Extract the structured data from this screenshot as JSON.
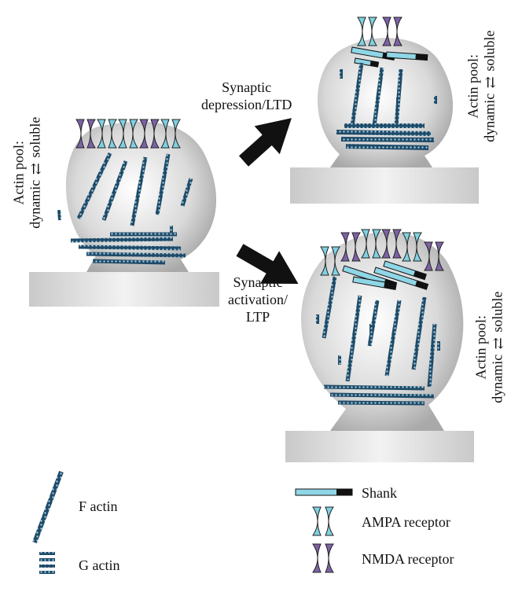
{
  "arrows": {
    "upper_label": [
      "Synaptic",
      "depression/LTD"
    ],
    "lower_label": [
      "Synaptic",
      "activation/",
      "LTP"
    ]
  },
  "actin_pool": {
    "title": "Actin pool:",
    "left_term": "dynamic",
    "right_term": "soluble"
  },
  "legend": {
    "f_actin": "F actin",
    "g_actin": "G actin",
    "shank": "Shank",
    "ampa": "AMPA receptor",
    "nmda": "NMDA receptor"
  },
  "colors": {
    "f_actin_fill": "#1f4a68",
    "f_actin_bead": "#9fc9d9",
    "ampa": "#7fd2e3",
    "nmda": "#7d62a6",
    "shank_body": "#8fd6e6",
    "shank_tip": "#111111",
    "arrow": "#111111"
  }
}
